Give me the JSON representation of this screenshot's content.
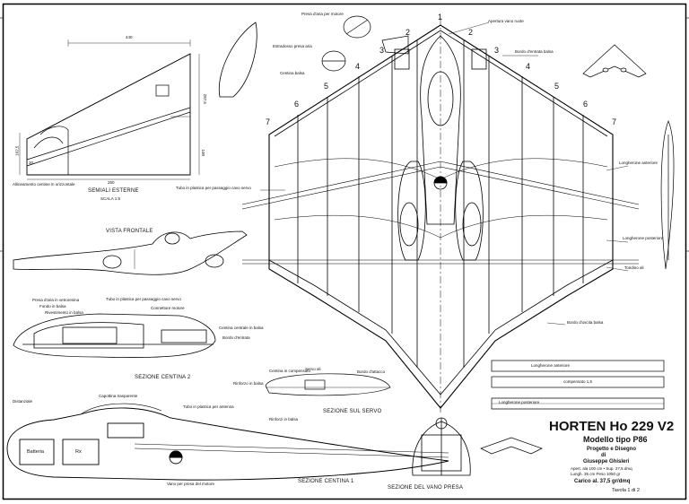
{
  "title_block": {
    "title": "HORTEN Ho 229 V2",
    "subtitle": "Modello tipo P86",
    "line_project": "Progetto e Disegno",
    "line_di": "di",
    "author": "Giuseppe Ghisleri",
    "spec_line1": "Apert. ala 100 cm • Sup. 27,5 dmq",
    "spec_line2": "Lungh. 35 cm   Peso 1050 gr",
    "spec_line3": "Carico al. 37,5 gr/dmq",
    "sheet": "Tavola 1 di 2"
  },
  "station_numbers": [
    "1",
    "2",
    "2",
    "3",
    "3",
    "4",
    "4",
    "5",
    "5",
    "6",
    "6",
    "7",
    "7"
  ],
  "views": {
    "semiali": "SEMIALI ESTERNE",
    "semiali_scale": "SCALA 1:5",
    "vista_frontale": "VISTA FRONTALE",
    "sezione_centina_2": "SEZIONE CENTINA 2",
    "sezione_centina_1": "SEZIONE CENTINA 1",
    "sezione_servo": "SEZIONE SUL SERVO",
    "sezione_vano": "SEZIONE DEL VANO PRESA"
  },
  "dims": {
    "top": "440",
    "left": "162,5",
    "right_a": "287,5",
    "right_b": "100",
    "bottom": "250",
    "root": "30",
    "ang": "Allineamento centine in orizzontale"
  },
  "callouts": {
    "presa_aria": "Presa d'aria per motore",
    "estradosso": "Estradosso presa aria",
    "apertura_ruote": "Apertura vano ruote",
    "bordo_entrata": "Bordo d'entrata balsa",
    "centina": "Centina balsa",
    "tubo_plastica": "Tubo in plastica per passaggio cavo servo",
    "longherone_anteriore": "Longherone anteriore",
    "longherone_posteriore": "Longherone posteriore",
    "tondino": "Tondino ali",
    "bordo_uscita": "Bordo d'uscita balsa",
    "long_anteriore_box": "Longherone anteriore",
    "compensato": "compensato 1,5",
    "long_posteriore_box": "Longherone posteriore",
    "presa_aria_2": "Presa d'aria in vetroresina",
    "fondo_balsa": "Fondo in balsa",
    "rivestimento": "Rivestimento in balsa",
    "tubo_plastica_2": "Tubo in plastica per passaggio cavo servo",
    "connettore": "Connettore motore",
    "centina_balsa": "Centina centrale in balsa",
    "bordo_entrata_2": "Bordo d'entrata",
    "servo": "Servo ali",
    "centina_pat": "Centina in compensato",
    "bordo_attacco": "Bordo d'attacco",
    "rinforzo": "Rinforzo in balsa",
    "capottina": "Capottina trasparente",
    "distanziale": "Distanziale",
    "tubo_plastica_3": "Tubo in plastica per antenna",
    "batteria": "Batteria",
    "rx": "Rx",
    "ventola": "Vano per presa del motore",
    "rinforzi": "Rinforzi in balsa"
  }
}
